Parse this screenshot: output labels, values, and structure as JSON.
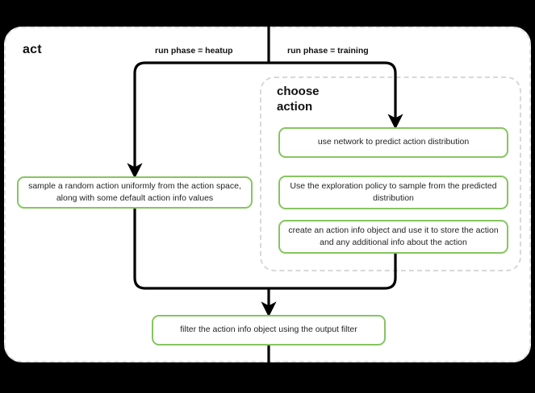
{
  "diagram": {
    "type": "flowchart",
    "title": "act",
    "background_color": "#000000",
    "card_color": "#ffffff",
    "node_border_color": "#86c560",
    "group_border_color": "#d8d8d8",
    "edge_color": "#000000"
  },
  "groups": [
    {
      "id": "act",
      "label": "act",
      "style": "dashed-rounded-card"
    },
    {
      "id": "choose-action",
      "label": "choose\naction",
      "label_line1": "choose",
      "label_line2": "action",
      "style": "dashed-rounded-group"
    }
  ],
  "edge_labels": {
    "heatup": "run phase = heatup",
    "training": "run phase = training"
  },
  "nodes": {
    "sample": "sample a random action uniformly from the action space, along with some default action info values",
    "predict": "use network to predict action distribution",
    "explore": "Use the exploration policy to sample from the predicted distribution",
    "store": "create an action info object and use it to store the action and any additional info about the action",
    "filter": "filter the action info object using the output filter"
  },
  "chart_data": {
    "type": "flowchart",
    "title": "act",
    "nodes": [
      {
        "id": "entry",
        "label": "",
        "shape": "edge-source"
      },
      {
        "id": "sample",
        "label": "sample a random action uniformly from the action space, along with some default action info values",
        "group": "act"
      },
      {
        "id": "predict",
        "label": "use network to predict action distribution",
        "group": "choose action"
      },
      {
        "id": "explore",
        "label": "Use the exploration policy to sample from the predicted distribution",
        "group": "choose action"
      },
      {
        "id": "store",
        "label": "create an action info object and use it to store the action and any additional info about the action",
        "group": "choose action"
      },
      {
        "id": "filter",
        "label": "filter the action info object using the output filter",
        "group": "act"
      }
    ],
    "edges": [
      {
        "from": "entry",
        "to": "sample",
        "label": "run phase = heatup"
      },
      {
        "from": "entry",
        "to": "predict",
        "label": "run phase = training"
      },
      {
        "from": "sample",
        "to": "filter",
        "label": ""
      },
      {
        "from": "store",
        "to": "filter",
        "label": ""
      },
      {
        "from": "filter",
        "to": "exit",
        "label": ""
      }
    ]
  }
}
